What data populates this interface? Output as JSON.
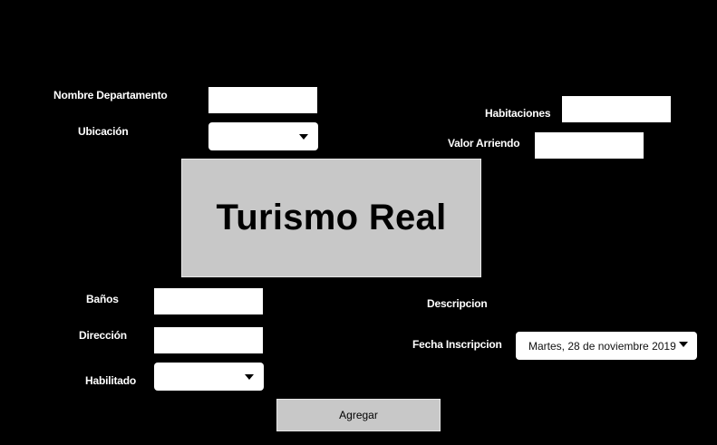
{
  "form": {
    "nombre_departamento": {
      "label": "Nombre Departamento",
      "value": ""
    },
    "ubicacion": {
      "label": "Ubicación",
      "selected": ""
    },
    "habitaciones": {
      "label": "Habitaciones",
      "value": ""
    },
    "valor_arriendo": {
      "label": "Valor Arriendo",
      "value": ""
    },
    "banos": {
      "label": "Baños",
      "value": ""
    },
    "direccion": {
      "label": "Dirección",
      "value": ""
    },
    "habilitado": {
      "label": "Habilitado",
      "selected": ""
    },
    "descripcion": {
      "label": "Descripcion"
    },
    "fecha_inscripcion": {
      "label": "Fecha Inscripcion",
      "value": "Martes, 28 de noviembre 2019"
    }
  },
  "banner": {
    "title": "Turismo Real"
  },
  "actions": {
    "agregar_label": "Agregar"
  },
  "colors": {
    "background": "#000000",
    "label_text": "#ffffff",
    "banner_bg": "#c8c8c8",
    "button_bg": "#c8c8c8",
    "field_bg": "#ffffff"
  },
  "icons": {
    "dropdown": "triangle-down"
  }
}
